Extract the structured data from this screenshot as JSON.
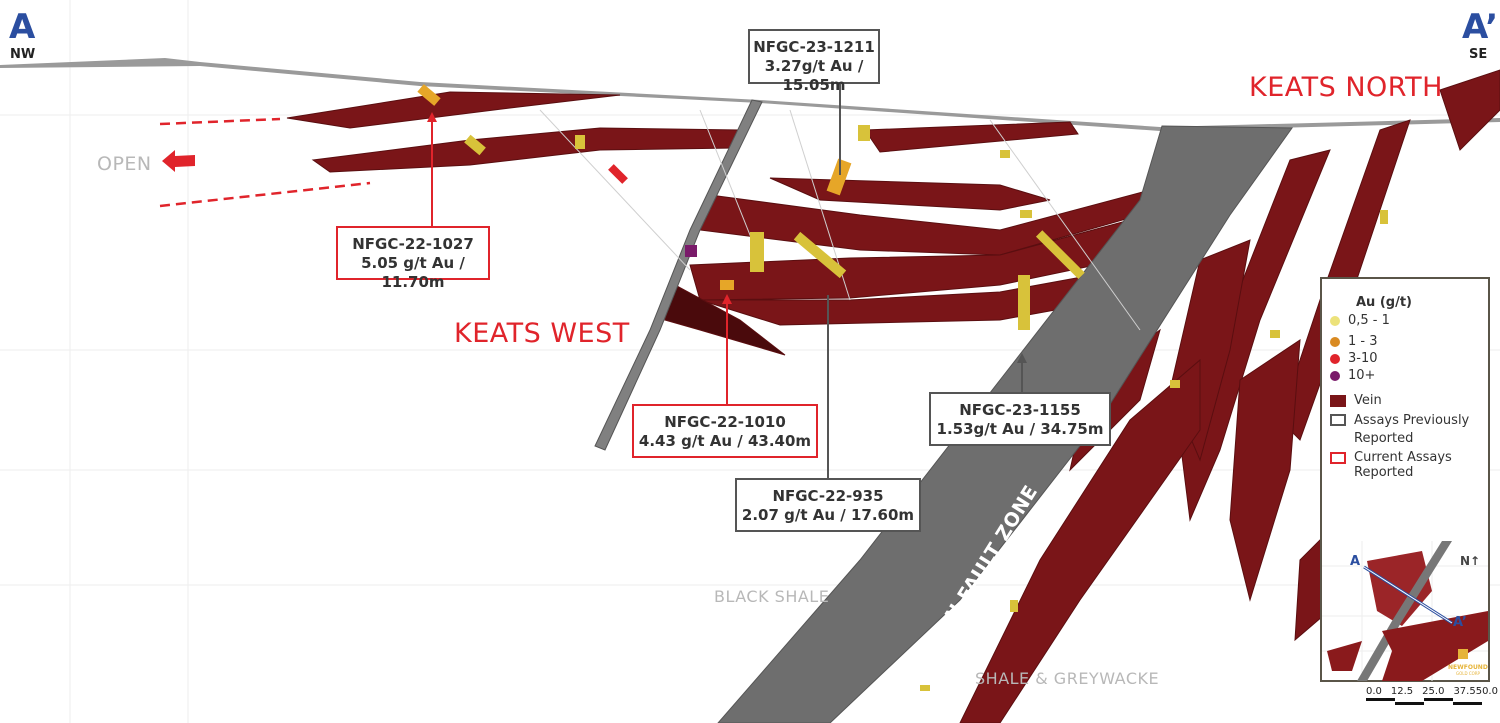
{
  "section": {
    "start_label": "A",
    "start_dir": "NW",
    "end_label": "A’",
    "end_dir": "SE"
  },
  "zones": {
    "north": "KEATS NORTH",
    "west": "KEATS WEST",
    "open": "OPEN"
  },
  "lithology": {
    "black_shale": "BLACK SHALE",
    "shale_greywacke": "SHALE & GREYWACKE",
    "fault": "APPLETON FAULT ZONE"
  },
  "callouts": [
    {
      "hole": "NFGC-23-1211",
      "assay": "3.27g/t Au / 15.05m",
      "status": "previous"
    },
    {
      "hole": "NFGC-22-1027",
      "assay": "5.05 g/t Au / 11.70m",
      "status": "current"
    },
    {
      "hole": "NFGC-22-1010",
      "assay": "4.43 g/t Au / 43.40m",
      "status": "current"
    },
    {
      "hole": "NFGC-23-1155",
      "assay": "1.53g/t Au / 34.75m",
      "status": "previous"
    },
    {
      "hole": "NFGC-22-935",
      "assay": "2.07 g/t Au / 17.60m",
      "status": "previous"
    }
  ],
  "legend": {
    "title": "Au (g/t)",
    "grades": [
      {
        "label": "0,5 - 1",
        "color": "#ece27a"
      },
      {
        "label": "1 - 3",
        "color": "#d98a22"
      },
      {
        "label": "3-10",
        "color": "#e0242b"
      },
      {
        "label": "10+",
        "color": "#7a1a6a"
      }
    ],
    "vein": "Vein",
    "previous": "Assays Previously Reported",
    "current": "Current Assays Reported",
    "inset": {
      "a": "A",
      "a_prime": "A’",
      "north": "N↑",
      "logo": "NEWFOUND",
      "logo_sub": "GOLD CORP"
    }
  },
  "scale": {
    "ticks": [
      "0.0",
      "12.5",
      "25.0",
      "37.5",
      "50.0"
    ]
  },
  "colors": {
    "vein": "#7a1518",
    "fault": "#6e6e6e",
    "accent": "#e0242b",
    "blue": "#2b4ea0"
  }
}
